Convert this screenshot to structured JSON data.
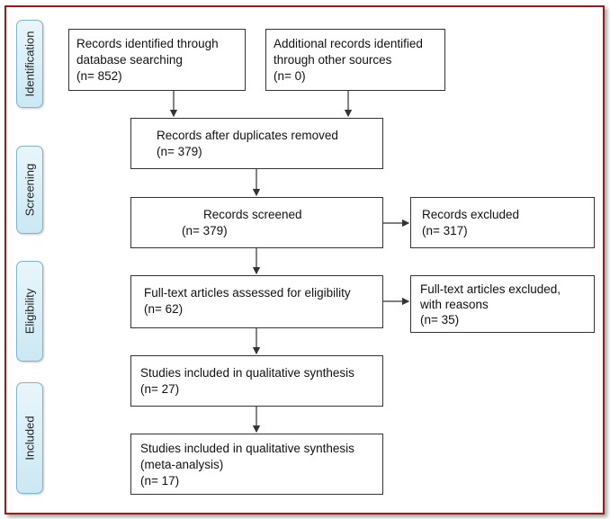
{
  "stages": {
    "identification": "Identification",
    "screening": "Screening",
    "eligibility": "Eligibility",
    "included": "Included"
  },
  "boxes": {
    "db_search": {
      "line1": "Records identified through",
      "line2": "database searching",
      "line3": "(n= 852)"
    },
    "other_sources": {
      "line1": "Additional records identified",
      "line2": "through other sources",
      "line3": "(n= 0)"
    },
    "after_duplicates": {
      "line1": "Records after duplicates removed",
      "line2": "(n= 379)"
    },
    "screened": {
      "line1": "Records screened",
      "line2": "(n= 379)"
    },
    "excluded": {
      "line1": "Records excluded",
      "line2": "(n= 317)"
    },
    "fulltext_assessed": {
      "line1": "Full-text articles assessed for eligibility",
      "line2": "(n= 62)"
    },
    "fulltext_excluded": {
      "line1": "Full-text articles excluded,",
      "line2": "with reasons",
      "line3": "(n= 35)"
    },
    "qualitative": {
      "line1": "Studies included in qualitative synthesis",
      "line2": "(n= 27)"
    },
    "quantitative": {
      "line1": "Studies included in qualitative synthesis",
      "line2": "(meta-analysis)",
      "line3": "(n= 17)"
    }
  }
}
